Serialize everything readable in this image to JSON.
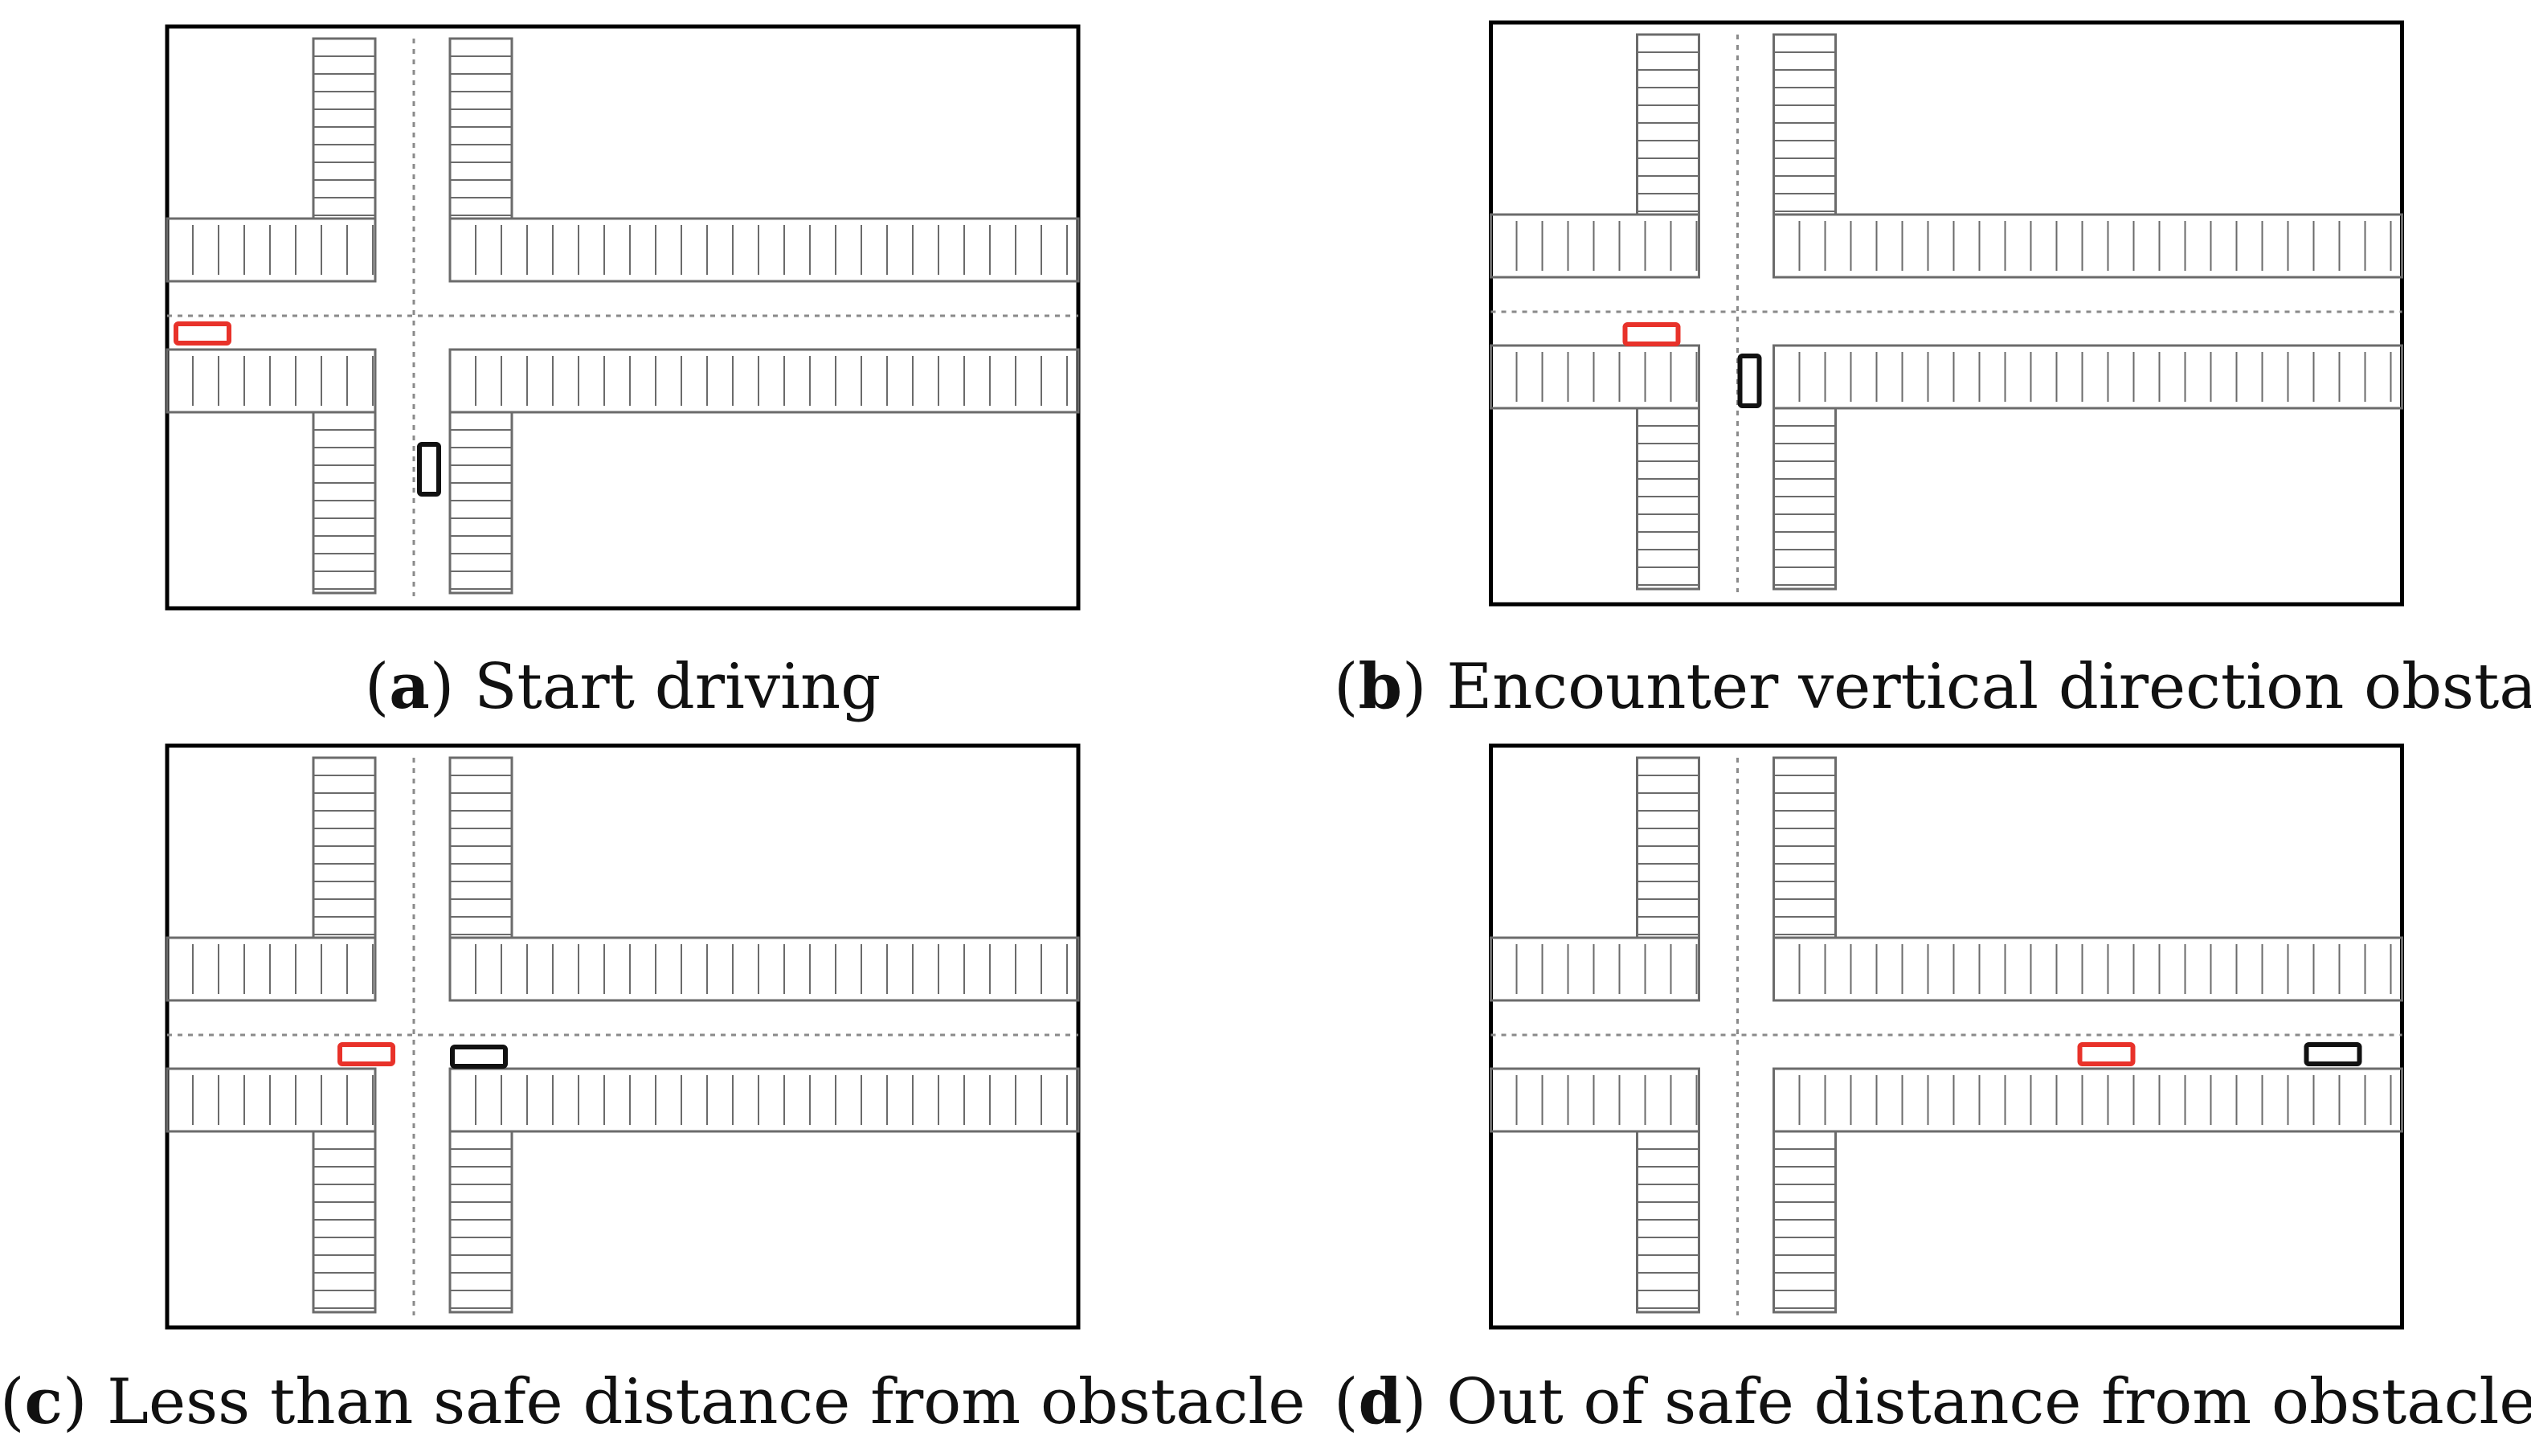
{
  "panels": [
    {
      "letter": "a",
      "title": "Start driving",
      "red_car": "horizontal",
      "black_car": "vertical"
    },
    {
      "letter": "b",
      "title": "Encounter vertical direction obstacle",
      "red_car": "horizontal",
      "black_car": "vertical"
    },
    {
      "letter": "c",
      "title": "Less than safe distance from obstacle",
      "red_car": "horizontal",
      "black_car": "horizontal"
    },
    {
      "letter": "d",
      "title": "Out of safe distance from obstacle",
      "red_car": "horizontal",
      "black_car": "horizontal"
    }
  ],
  "colors": {
    "frame": "#000000",
    "parking_lines": "#6b6b6b",
    "lane_dash": "#8a8a8a",
    "ego_vehicle": "#e8322a",
    "obstacle_vehicle": "#111111"
  }
}
